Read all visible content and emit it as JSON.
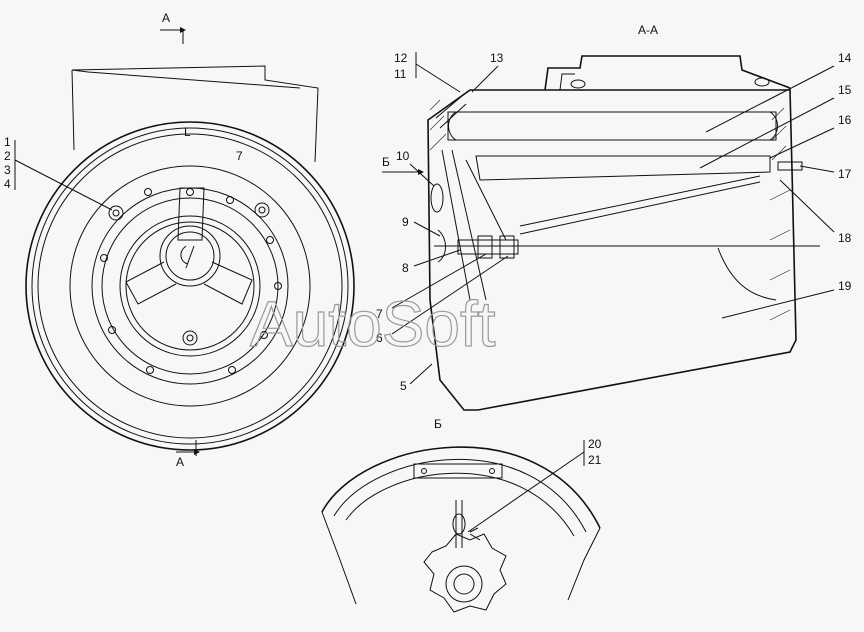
{
  "section_title": "А-А",
  "cut_marker_top": "А",
  "cut_marker_bottom": "А",
  "view_marker": "Б",
  "view_title": "Б",
  "dial_letter": "L",
  "dial_number": "7",
  "watermark": "AutoSoft",
  "callouts": {
    "c1": "1",
    "c2": "2",
    "c3": "3",
    "c4": "4",
    "c5": "5",
    "c6": "6",
    "c7": "7",
    "c8": "8",
    "c9": "9",
    "c10": "10",
    "c11": "11",
    "c12": "12",
    "c13": "13",
    "c14": "14",
    "c15": "15",
    "c16": "16",
    "c17": "17",
    "c18": "18",
    "c19": "19",
    "c20": "20",
    "c21": "21"
  }
}
